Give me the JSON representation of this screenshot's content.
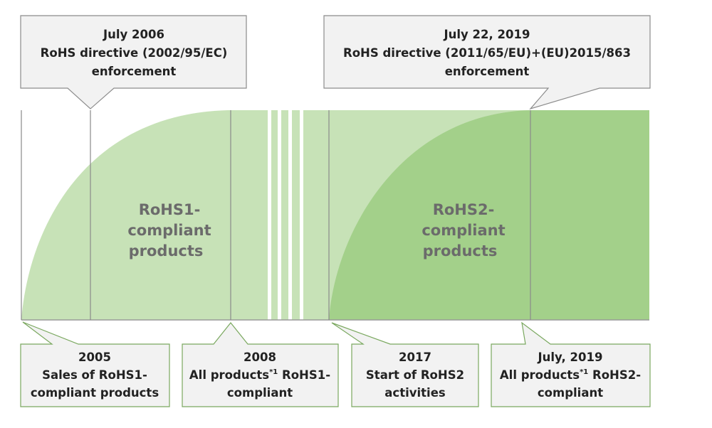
{
  "callouts_top": [
    {
      "lines": [
        "July 2006",
        "RoHS directive (2002/95/EC)",
        "enforcement"
      ]
    },
    {
      "lines": [
        "July 22, 2019",
        "RoHS directive (2011/65/EU)+(EU)2015/863",
        "enforcement"
      ]
    }
  ],
  "callouts_bottom": [
    {
      "lines": [
        "2005",
        "Sales of RoHS1-",
        "compliant products"
      ]
    },
    {
      "lines": [
        "2008",
        "All products",
        "*1",
        " RoHS1-",
        "compliant"
      ]
    },
    {
      "lines": [
        "2017",
        "Start of RoHS2",
        "activities"
      ]
    },
    {
      "lines": [
        "July, 2019",
        "All products",
        "*1",
        " RoHS2-",
        "compliant"
      ]
    }
  ],
  "regions": {
    "rohs1": [
      "RoHS1-",
      "compliant",
      "products"
    ],
    "rohs2": [
      "RoHS2-",
      "compliant",
      "products"
    ]
  },
  "colors": {
    "rohs1_fill": "#c7e2b7",
    "rohs2_fill": "#a3d08a",
    "box_fill": "#f2f2f2",
    "box_stroke": "#8c8c8c",
    "bottom_box_stroke": "#7aa85f",
    "divider": "#8a8a8a"
  }
}
